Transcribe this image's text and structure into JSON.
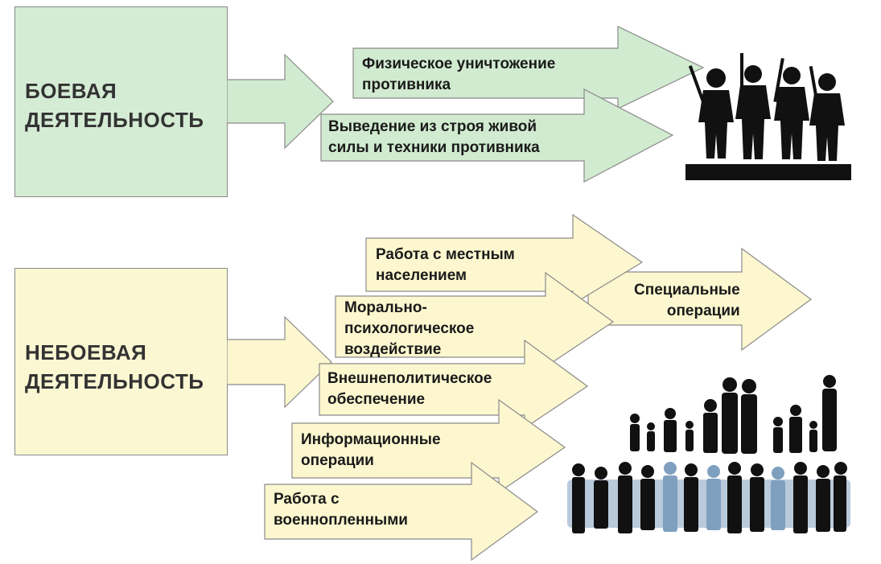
{
  "colors": {
    "combat_fill": "#d5ecd4",
    "combat_arrow": "#d1ebd0",
    "noncombat_fill": "#fbf7d2",
    "noncombat_arrow": "#fcf7cf",
    "outline": "#8a8a8a",
    "silhouette": "#111111",
    "crowd_blue": "#7f9fbf"
  },
  "combat": {
    "title": "БОЕВАЯ\nДЕЯТЕЛЬНОСТЬ",
    "arrows": [
      "Физическое уничтожение\nпротивника",
      "Выведение из строя живой\nсилы и техники противника"
    ],
    "image": "soldiers-silhouette"
  },
  "noncombat": {
    "title": "НЕБОЕВАЯ\nДЕЯТЕЛЬНОСТЬ",
    "arrows": [
      "Работа с местным\nнаселением",
      "Специальные\nоперации",
      "Морально-\nпсихологическое\nвоздействие",
      "Внешнеполитическое\nобеспечение",
      "Информационные\nоперации",
      "Работа с\nвоеннопленными"
    ],
    "image": "people-crowd-silhouette"
  }
}
